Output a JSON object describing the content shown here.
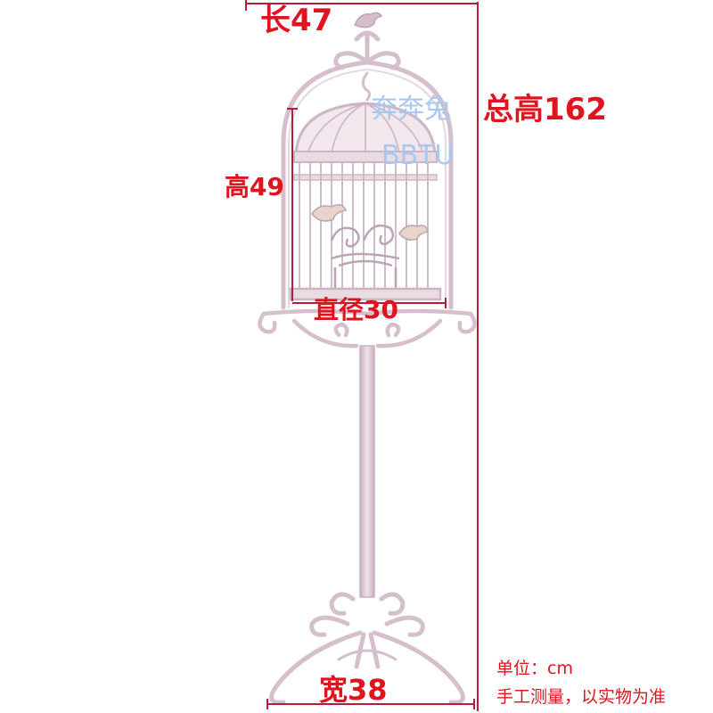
{
  "labels": {
    "length": "长47",
    "total_height": "总高162",
    "cage_height": "高49",
    "diameter": "直径30",
    "base_width": "宽38"
  },
  "watermark": {
    "chinese": "奔奔兔",
    "latin": "BBTU"
  },
  "notes": {
    "unit": "单位：cm",
    "measure": "手工测量，以实物为准"
  },
  "colors": {
    "dimension_line": "#b71c3a",
    "label_text": "#e0141e",
    "stand": "#d9c3cf",
    "stand_shadow": "#bca3b3",
    "watermark": "#a9c8ee"
  }
}
